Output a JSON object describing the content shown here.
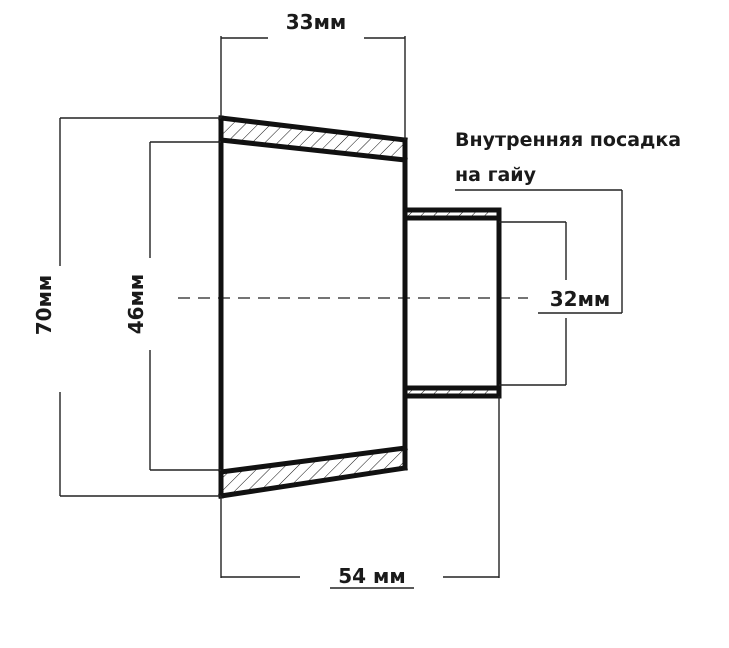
{
  "dimensions": {
    "top_width": "33мм",
    "outer_height": "70мм",
    "inner_height": "46мм",
    "small_diameter": "32мм",
    "total_length": "54 мм"
  },
  "note": {
    "line1": "Внутренняя посадка",
    "line2": "на гайу"
  }
}
